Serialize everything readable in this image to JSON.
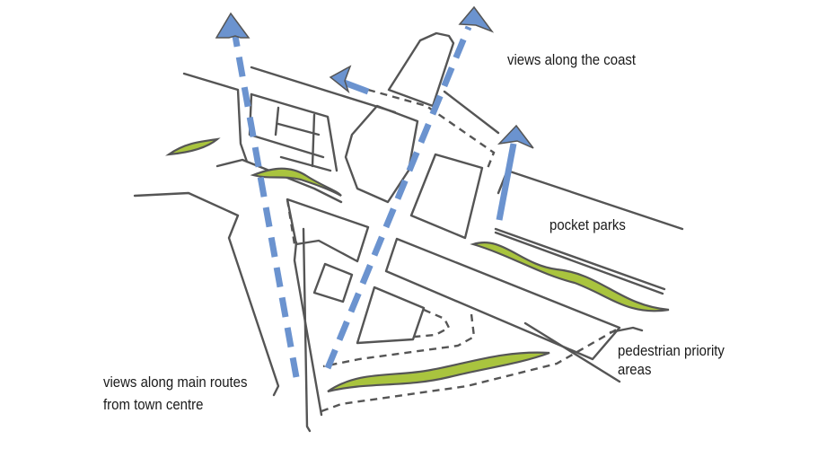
{
  "labels": {
    "coast_views": "views along the coast",
    "pocket_parks": "pocket parks",
    "pedestrian_line1": "pedestrian priority",
    "pedestrian_line2": "areas",
    "main_routes_line1": "views along main routes",
    "main_routes_line2": "from town centre"
  },
  "colors": {
    "view_arrow": "#6b93cf",
    "building_light": "#eed5a2",
    "building_dark": "#edc66a",
    "pedestrian_area": "#c6dcdc",
    "pocket_park": "#a9c43e",
    "outline": "#555555"
  }
}
